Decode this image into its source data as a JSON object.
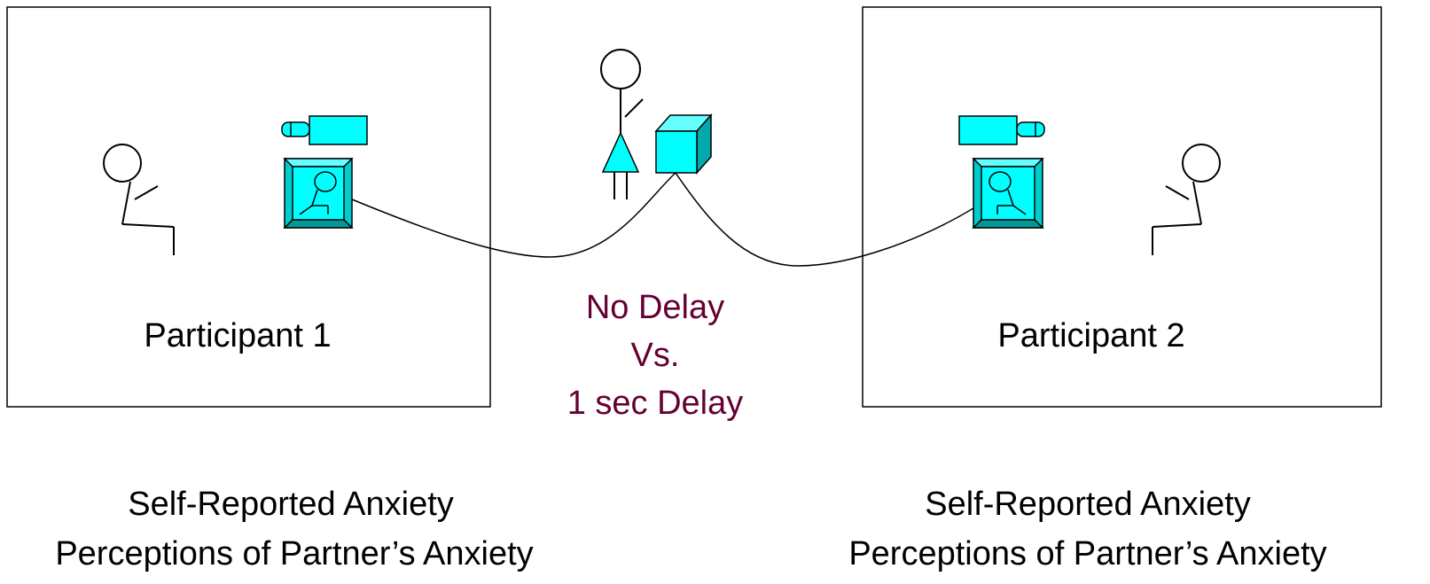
{
  "participant_1": {
    "label": "Participant 1",
    "measures": [
      "Self-Reported Anxiety",
      "Perceptions of Partner’s Anxiety"
    ]
  },
  "participant_2": {
    "label": "Participant 2",
    "measures": [
      "Self-Reported Anxiety",
      "Perceptions of Partner’s Anxiety"
    ]
  },
  "condition": {
    "lines": [
      "No Delay",
      "Vs.",
      "1 sec Delay"
    ],
    "color": "#660033"
  },
  "colors": {
    "equipment": "#00ffff",
    "equipment_stroke": "#000000",
    "line": "#000000"
  },
  "icons": [
    "person-icon",
    "video-camera-icon",
    "monitor-icon",
    "experimenter-icon",
    "delay-device-icon"
  ]
}
